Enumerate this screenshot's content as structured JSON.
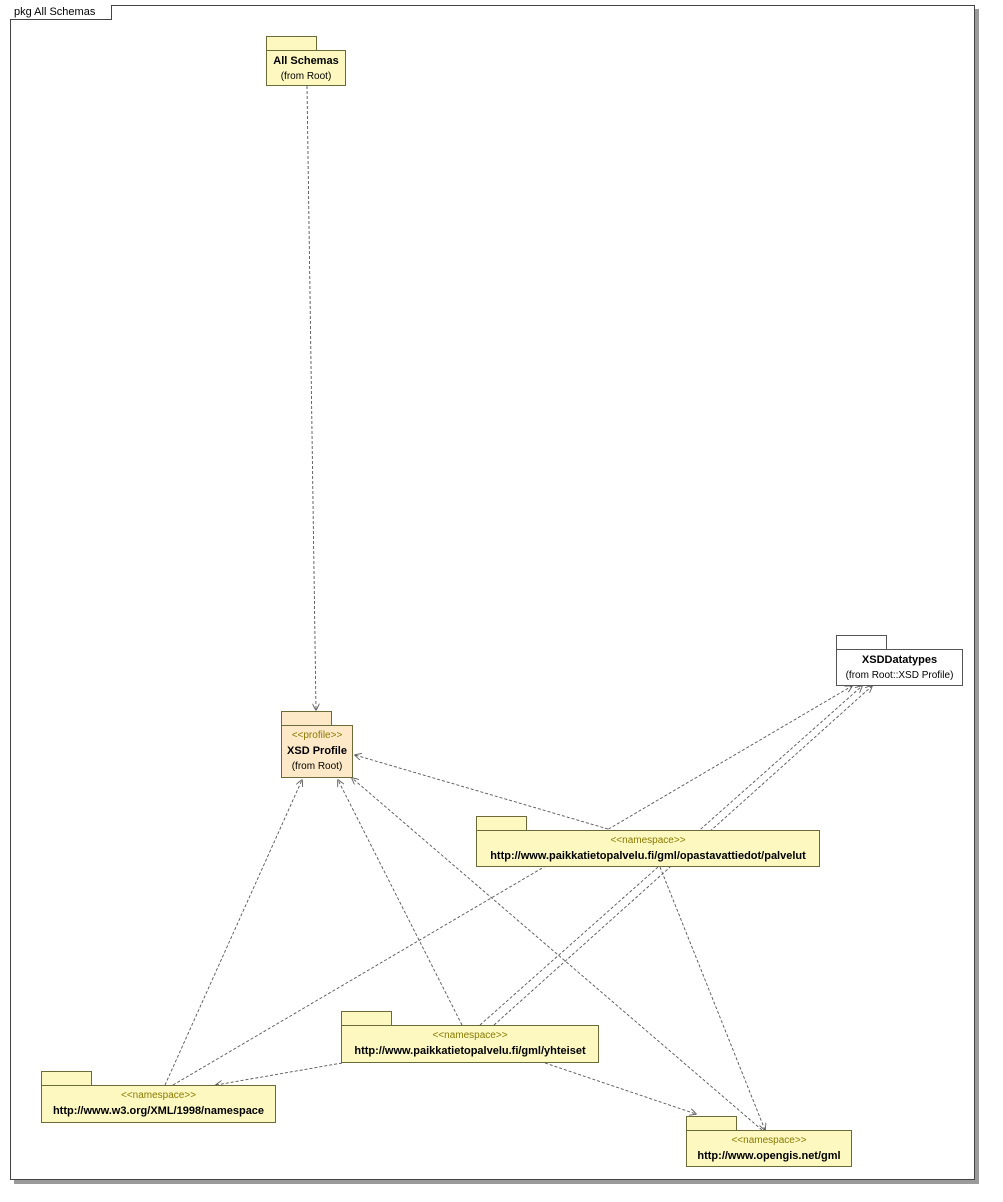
{
  "frame": {
    "label": "pkg All Schemas"
  },
  "packages": {
    "all_schemas": {
      "name": "All Schemas",
      "from": "(from Root)"
    },
    "xsd_profile": {
      "stereotype": "<<profile>>",
      "name": "XSD Profile",
      "from": "(from Root)"
    },
    "xsd_datatypes": {
      "name": "XSDDatatypes",
      "from": "(from Root::XSD Profile)"
    },
    "palvelut": {
      "stereotype": "<<namespace>>",
      "name": "http://www.paikkatietopalvelu.fi/gml/opastavattiedot/palvelut"
    },
    "yhteiset": {
      "stereotype": "<<namespace>>",
      "name": "http://www.paikkatietopalvelu.fi/gml/yhteiset"
    },
    "w3_namespace": {
      "stereotype": "<<namespace>>",
      "name": "http://www.w3.org/XML/1998/namespace"
    },
    "opengis": {
      "stereotype": "<<namespace>>",
      "name": "http://www.opengis.net/gml"
    }
  },
  "colors": {
    "package_fill": "#fcf8c0",
    "profile_fill": "#fde9c8",
    "border": "#6b6b3a",
    "stereotype_text": "#8a7a00"
  }
}
